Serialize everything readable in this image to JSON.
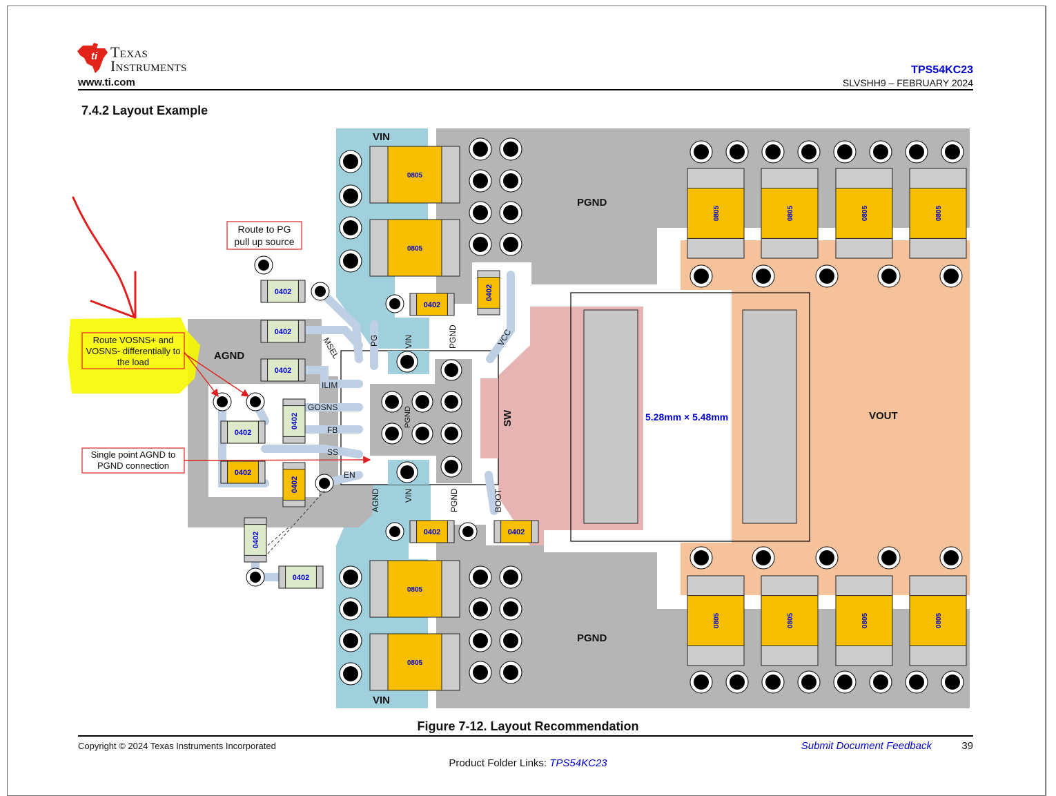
{
  "header": {
    "company_line1": "Texas",
    "company_line2": "Instruments",
    "website": "www.ti.com",
    "doc_id": "TPS54KC23",
    "doc_revision": "SLVSHH9 – FEBRUARY 2024"
  },
  "section_title": "7.4.2 Layout Example",
  "figure": {
    "caption": "Figure 7-12. Layout Recommendation",
    "regions": {
      "vin_top": "VIN",
      "vin_bottom": "VIN",
      "pgnd_top": "PGND",
      "pgnd_bottom": "PGND",
      "agnd": "AGND",
      "vout": "VOUT",
      "sw": "SW",
      "inductor_size": "5.28mm × 5.48mm"
    },
    "pins": {
      "msel": "MSEL",
      "pg": "PG",
      "vin_top": "VIN",
      "pgnd_top": "PGND",
      "vcc": "VCC",
      "ilim": "ILIM",
      "gosns": "GOSNS",
      "fb": "FB",
      "ss": "SS",
      "en": "EN",
      "agnd": "AGND",
      "vin_bottom": "VIN",
      "pgnd_bottom": "PGND",
      "boot": "BOOT",
      "pgnd_center": "PGND"
    },
    "packages": {
      "p0805": "0805",
      "p0402": "0402"
    },
    "callouts": {
      "pg_line1": "Route to PG",
      "pg_line2": "pull up source",
      "vosns_line1": "Route VOSNS+ and",
      "vosns_line2": "VOSNS- differentially to",
      "vosns_line3": "the load",
      "agnd_line1": "Single point AGND to",
      "agnd_line2": "PGND connection"
    },
    "colors": {
      "vin_copper": "#9fd0dc",
      "pgnd_copper": "#b5b5b5",
      "vout_copper": "#f6c29c",
      "sw_copper": "#e5b4b3",
      "component_body": "#f7bf00",
      "small_component": "#dde9c9",
      "trace": "#bfd0e4",
      "callout_red": "#e02020",
      "highlight": "#f7f700"
    }
  },
  "footer": {
    "copyright": "Copyright © 2024 Texas Instruments Incorporated",
    "feedback_link": "Submit Document Feedback",
    "page_number": "39",
    "product_links_label": "Product Folder Links:",
    "product_link": "TPS54KC23"
  }
}
